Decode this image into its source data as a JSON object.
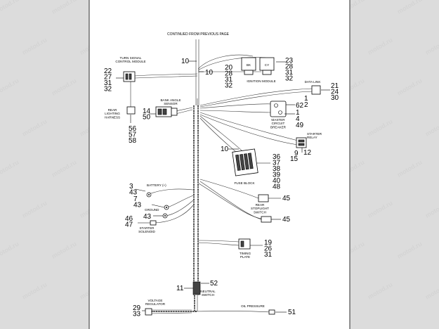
{
  "watermark": "motod.ru",
  "header": "CONTINUED FROM PREVIOUS PAGE",
  "components": {
    "turn_signal": "TURN SIGNAL\nCONTROL MODULE",
    "rear_lighting": "REAR\nLIGHTING\nHARNESS",
    "bank_angle": "BANK ANGLE\nSENSOR",
    "ignition": "IGNITION MODULE",
    "bk": "BK",
    "cy": "CY",
    "data_link": "DATA LINK",
    "master_breaker": "MASTER\nCIRCUIT\nBREAKER",
    "starter_relay": "STARTER\nRELAY",
    "fuse_block": "FUSE BLOCK",
    "battery": "BATTERY (+)",
    "ground": "GROUND",
    "starter_solenoid": "STARTER\nSOLENOID",
    "rear_stoplight": "REAR\nSTOPLIGHT\nSWITCH",
    "timing_plate": "TIMING\nPLATE",
    "neutral_switch": "NEUTRAL\nSWITCH",
    "voltage_regulator": "VOLTAGE\nREGULATOR",
    "oil_pressure": "OIL PRESSURE"
  },
  "callouts": {
    "top_10a": "10",
    "top_10b": "10",
    "tsm": [
      "22",
      "27",
      "31",
      "32"
    ],
    "ign_left": [
      "20",
      "28",
      "31",
      "32"
    ],
    "ign_right": [
      "23",
      "28",
      "31",
      "32"
    ],
    "data_link": [
      "21",
      "24",
      "30"
    ],
    "n62": "62",
    "n1": "1",
    "n2": "2",
    "bank": [
      "14",
      "50"
    ],
    "rear_lighting": [
      "56",
      "57",
      "58"
    ],
    "breaker": [
      "1",
      "4",
      "49"
    ],
    "starter_relay": [
      "9",
      "12",
      "15"
    ],
    "fuse_left": "10",
    "fuse": [
      "36",
      "37",
      "38",
      "39",
      "40",
      "48"
    ],
    "battery": [
      "3",
      "43"
    ],
    "ground1": [
      "7",
      "43"
    ],
    "ground2": "43",
    "solenoid": [
      "46",
      "47"
    ],
    "stoplight_a": "45",
    "stoplight_b": "45",
    "timing": [
      "19",
      "26",
      "31"
    ],
    "neutral_l": "11",
    "neutral_r": "52",
    "vreg": [
      "29",
      "33"
    ],
    "oil": "51"
  }
}
